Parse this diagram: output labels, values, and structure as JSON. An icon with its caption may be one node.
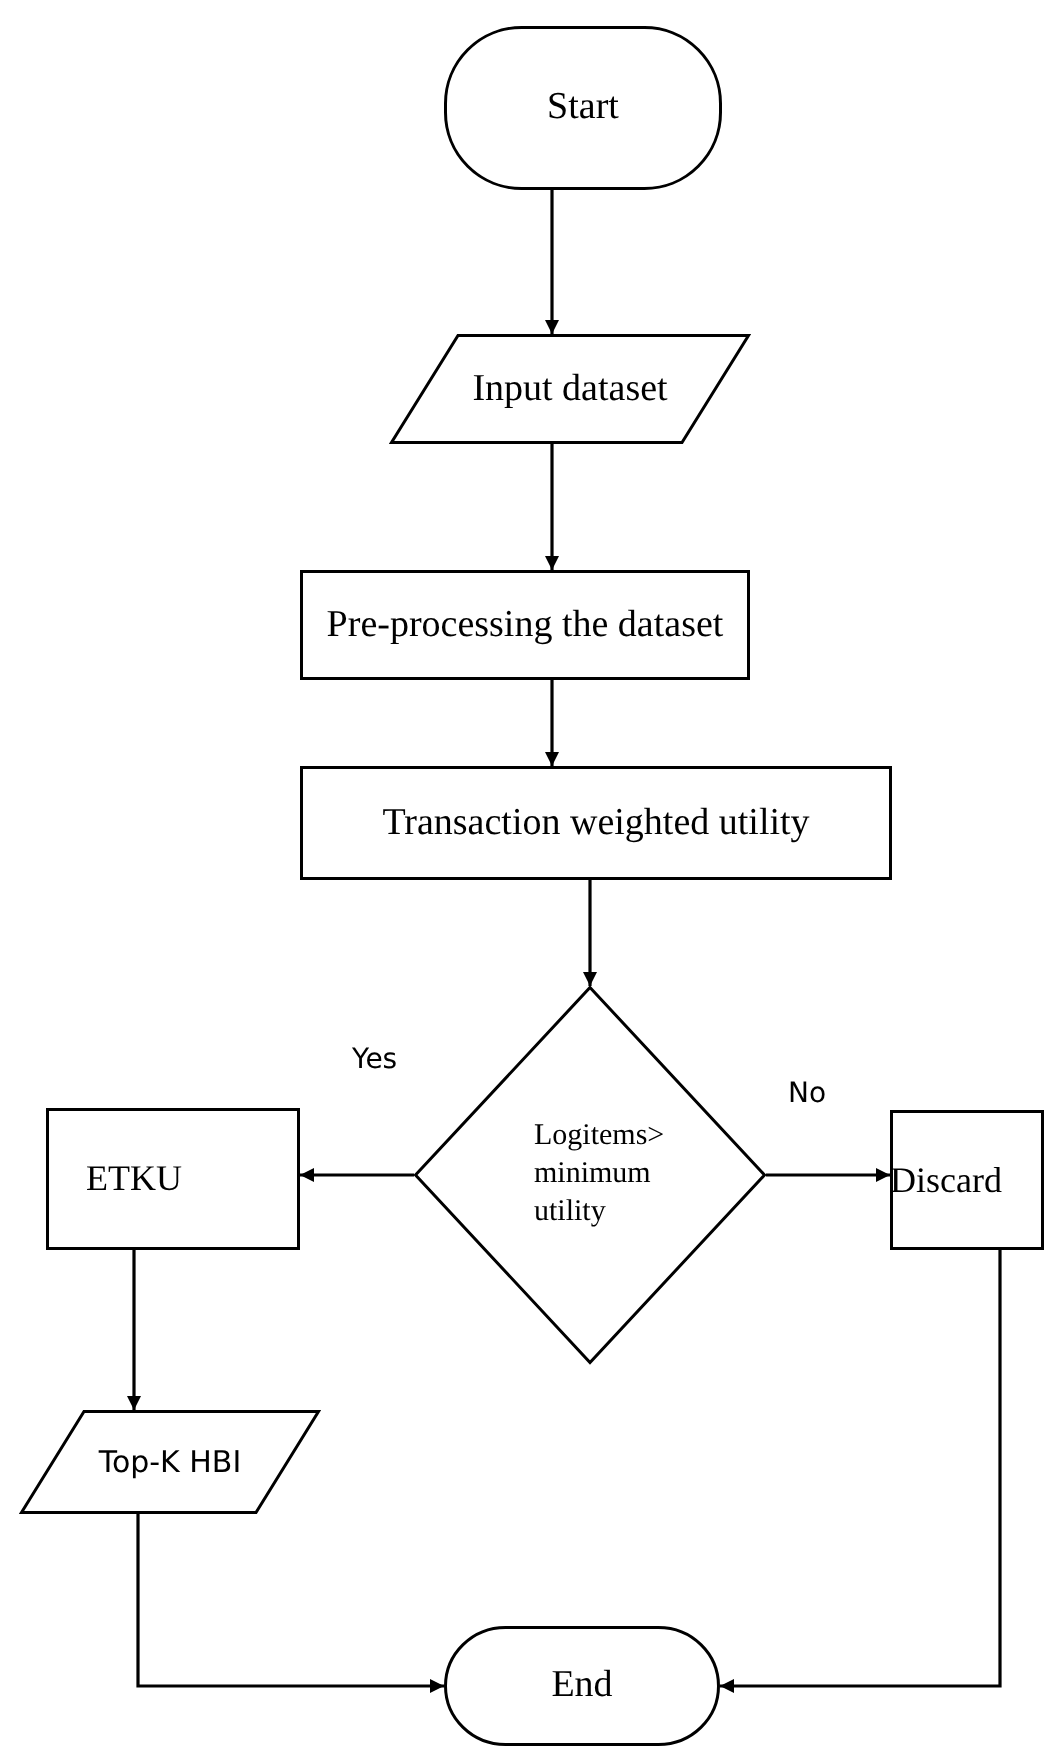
{
  "diagram": {
    "nodes": [
      {
        "text": [
          "Start"
        ]
      },
      {
        "text": [
          "Input dataset"
        ]
      },
      {
        "text": [
          "Pre-processing the dataset"
        ]
      },
      {
        "text": [
          "Transaction weighted utility"
        ]
      },
      {
        "text": [
          "Logitems> minimum utility"
        ]
      },
      {
        "text": [
          "ETKU"
        ]
      },
      {
        "text": [
          "Discard"
        ]
      },
      {
        "text": [
          "Top-K HBI"
        ]
      },
      {
        "text": [
          "End"
        ]
      }
    ],
    "edges": [
      {
        "from": 0,
        "to": 1,
        "arrow": "to"
      },
      {
        "from": 1,
        "to": 2,
        "arrow": "to"
      },
      {
        "from": 2,
        "to": 3,
        "arrow": "to"
      },
      {
        "from": 3,
        "to": 4,
        "arrow": "to"
      },
      {
        "from": 4,
        "to": 5,
        "arrow": "to"
      },
      {
        "from": 4,
        "to": 6,
        "arrow": "to"
      },
      {
        "from": 5,
        "to": 7,
        "arrow": "to"
      },
      {
        "from": 7,
        "to": 8,
        "arrow": "to"
      },
      {
        "from": 6,
        "to": 8,
        "arrow": "to"
      }
    ],
    "labels": [
      "Yes",
      "No"
    ]
  }
}
